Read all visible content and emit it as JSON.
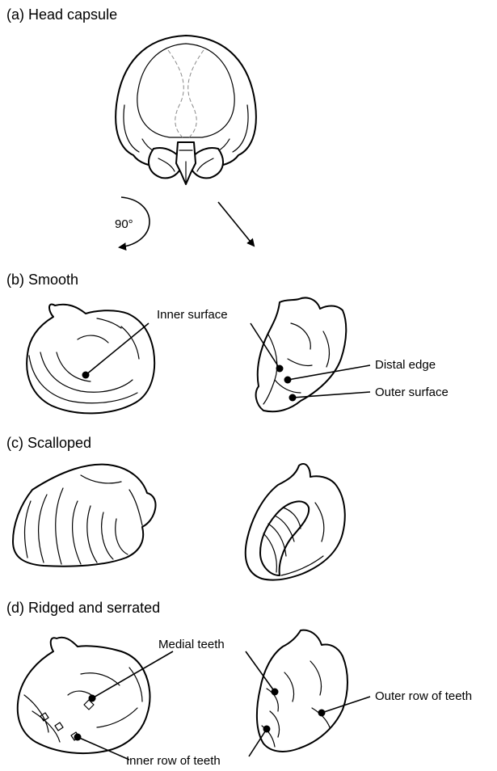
{
  "panels": {
    "a": {
      "title": "(a) Head capsule",
      "rotation": "90°"
    },
    "b": {
      "title": "(b) Smooth",
      "labels": {
        "inner_surface": "Inner surface",
        "distal_edge": "Distal edge",
        "outer_surface": "Outer surface"
      }
    },
    "c": {
      "title": "(c) Scalloped"
    },
    "d": {
      "title": "(d) Ridged and serrated",
      "labels": {
        "medial_teeth": "Medial teeth",
        "outer_row": "Outer row of teeth",
        "inner_row": "Inner row of teeth"
      }
    }
  }
}
